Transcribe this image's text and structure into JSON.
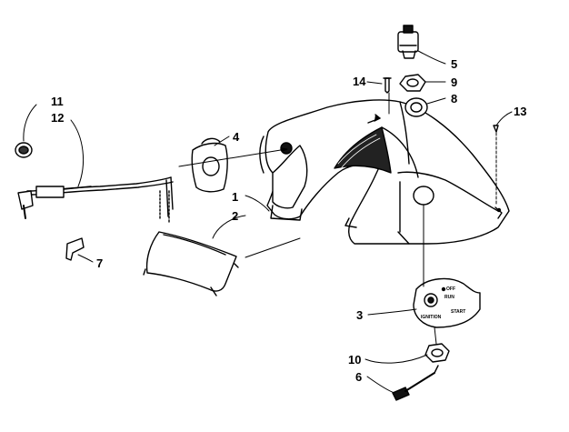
{
  "diagram": {
    "callouts": [
      {
        "id": "c1",
        "label": "1"
      },
      {
        "id": "c2",
        "label": "2"
      },
      {
        "id": "c3",
        "label": "3"
      },
      {
        "id": "c4",
        "label": "4"
      },
      {
        "id": "c5",
        "label": "5"
      },
      {
        "id": "c6",
        "label": "6"
      },
      {
        "id": "c7",
        "label": "7"
      },
      {
        "id": "c8",
        "label": "8"
      },
      {
        "id": "c9",
        "label": "9"
      },
      {
        "id": "c10",
        "label": "10"
      },
      {
        "id": "c11",
        "label": "11"
      },
      {
        "id": "c12",
        "label": "12"
      },
      {
        "id": "c13",
        "label": "13"
      },
      {
        "id": "c14",
        "label": "14"
      }
    ],
    "ignition_switch_markings": {
      "off": "OFF",
      "run": "RUN",
      "start": "START",
      "ignition": "IGNITION"
    }
  }
}
